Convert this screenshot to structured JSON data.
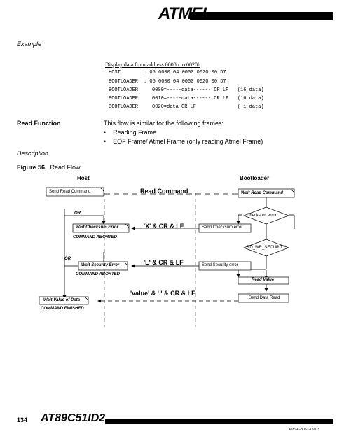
{
  "header": {
    "brand": "ATMEL"
  },
  "example": {
    "label": "Example",
    "title": "Display data from address 0000h to 0020h",
    "rows": [
      {
        "name": "HOST",
        "text": ": 05 0000 04 0000 0020 00 D7"
      },
      {
        "name": "BOOTLOADER",
        "text": ": 05 0000 04 0000 0020 00 D7"
      },
      {
        "name": "BOOTLOADER",
        "text": "0000=-----data------ CR LF   (16 data)"
      },
      {
        "name": "BOOTLOADER",
        "text": "0010=-----data------ CR LF   (16 data)"
      },
      {
        "name": "BOOTLOADER",
        "text": "0020=data CR LF              ( 1 data)"
      }
    ]
  },
  "read_function": {
    "label": "Read Function",
    "intro": "This flow is similar for the following frames:",
    "bullets": [
      "Reading Frame",
      "EOF Frame/ Atmel Frame (only reading Atmel Frame)"
    ]
  },
  "description": {
    "label": "Description"
  },
  "figure": {
    "number": "Figure 56.",
    "title": "Read Flow",
    "host_title": "Host",
    "bootloader_title": "Bootloader",
    "send_read_command": "Send Read Command",
    "read_command_msg": "Read Command",
    "wait_read_command": "Wait Read Command",
    "or1": "OR",
    "checksum_error": "Checksum error",
    "wait_checksum_error": "Wait Checksum Error",
    "x_msg": "'X' & CR & LF",
    "send_checksum_error": "Send Checksum error",
    "command_aborted1": "COMMAND ABORTED",
    "rd_wr_security": "RD_WR_SECURITY",
    "or2": "OR",
    "wait_security_error": "Wait Security Error",
    "l_msg": "'L' & CR & LF",
    "send_security_error": "Send Security error",
    "command_aborted2": "COMMAND ABORTED",
    "read_value": "Read Value",
    "value_msg": "'value' & '.' & CR & LF",
    "wait_value_of_data": "Wait Value of Data",
    "send_data_read": "Send Data Read",
    "command_finished": "COMMAND FINISHED"
  },
  "footer": {
    "page": "134",
    "part": "AT89C51ID2",
    "ref": "4289A–8051–09/03"
  }
}
